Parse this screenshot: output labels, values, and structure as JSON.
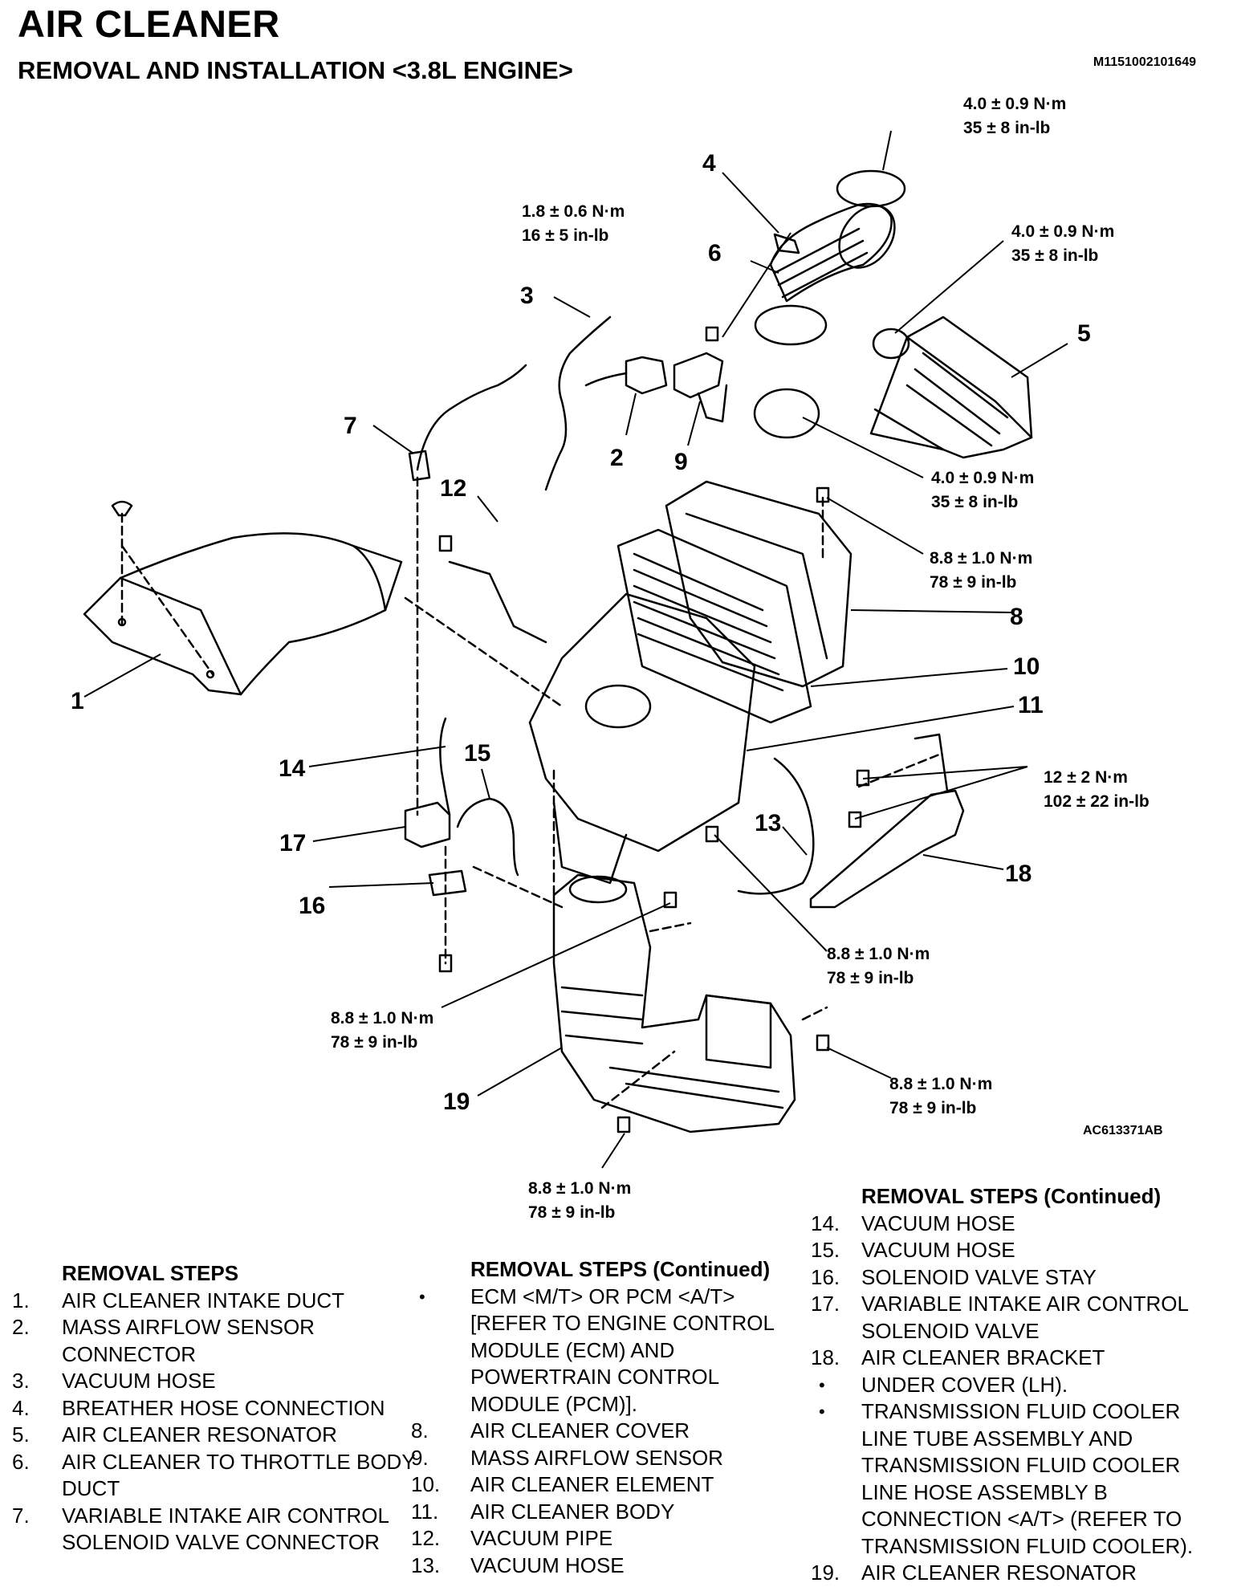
{
  "document": {
    "title": "AIR CLEANER",
    "subtitle": "REMOVAL AND INSTALLATION <3.8L ENGINE>",
    "doc_id": "M1151002101649",
    "figure_id": "AC613371AB"
  },
  "callouts": [
    "1",
    "2",
    "3",
    "4",
    "5",
    "6",
    "7",
    "8",
    "9",
    "10",
    "11",
    "12",
    "13",
    "14",
    "15",
    "16",
    "17",
    "18",
    "19"
  ],
  "torques": [
    {
      "nm": "4.0 ± 0.9  N·m",
      "inlb": "35 ± 8 in-lb"
    },
    {
      "nm": "1.8 ± 0.6  N·m",
      "inlb": "16 ± 5 in-lb"
    },
    {
      "nm": "4.0 ± 0.9  N·m",
      "inlb": "35 ± 8 in-lb"
    },
    {
      "nm": "4.0 ± 0.9  N·m",
      "inlb": "35 ± 8 in-lb"
    },
    {
      "nm": "8.8 ± 1.0  N·m",
      "inlb": "78 ± 9 in-lb"
    },
    {
      "nm": "12 ± 2  N·m",
      "inlb": "102 ± 22 in-lb"
    },
    {
      "nm": "8.8 ± 1.0  N·m",
      "inlb": "78 ± 9 in-lb"
    },
    {
      "nm": "8.8 ± 1.0  N·m",
      "inlb": "78 ± 9 in-lb"
    },
    {
      "nm": "8.8 ± 1.0  N·m",
      "inlb": "78 ± 9 in-lb"
    },
    {
      "nm": "8.8 ± 1.0  N·m",
      "inlb": "78 ± 9 in-lb"
    }
  ],
  "removal_steps": {
    "col1": {
      "heading": "REMOVAL STEPS",
      "items": [
        {
          "num": "1.",
          "text": "AIR CLEANER INTAKE DUCT"
        },
        {
          "num": "2.",
          "text": "MASS AIRFLOW SENSOR CONNECTOR"
        },
        {
          "num": "3.",
          "text": "VACUUM HOSE"
        },
        {
          "num": "4.",
          "text": "BREATHER HOSE CONNECTION"
        },
        {
          "num": "5.",
          "text": "AIR CLEANER RESONATOR"
        },
        {
          "num": "6.",
          "text": "AIR CLEANER TO THROTTLE BODY DUCT"
        },
        {
          "num": "7.",
          "text": "VARIABLE INTAKE AIR CONTROL SOLENOID VALVE CONNECTOR"
        }
      ]
    },
    "col2": {
      "heading": "REMOVAL STEPS (Continued)",
      "items": [
        {
          "num": "•",
          "text": "ECM <M/T> OR PCM <A/T> [REFER TO ENGINE CONTROL MODULE (ECM) AND POWERTRAIN CONTROL MODULE (PCM)]."
        },
        {
          "num": "8.",
          "text": "AIR CLEANER COVER"
        },
        {
          "num": "9.",
          "text": "MASS AIRFLOW SENSOR"
        },
        {
          "num": "10.",
          "text": "AIR CLEANER ELEMENT"
        },
        {
          "num": "11.",
          "text": "AIR CLEANER BODY"
        },
        {
          "num": "12.",
          "text": "VACUUM PIPE"
        },
        {
          "num": "13.",
          "text": "VACUUM HOSE"
        }
      ]
    },
    "col3": {
      "heading": "REMOVAL STEPS (Continued)",
      "items": [
        {
          "num": "14.",
          "text": "VACUUM HOSE"
        },
        {
          "num": "15.",
          "text": "VACUUM HOSE"
        },
        {
          "num": "16.",
          "text": "SOLENOID VALVE STAY"
        },
        {
          "num": "17.",
          "text": "VARIABLE INTAKE AIR CONTROL SOLENOID VALVE"
        },
        {
          "num": "18.",
          "text": "AIR CLEANER BRACKET"
        },
        {
          "num": "•",
          "text": "UNDER COVER (LH)."
        },
        {
          "num": "•",
          "text": "TRANSMISSION FLUID COOLER LINE TUBE ASSEMBLY AND TRANSMISSION FLUID COOLER LINE HOSE ASSEMBLY B CONNECTION <A/T> (REFER TO TRANSMISSION FLUID COOLER)."
        },
        {
          "num": "19.",
          "text": "AIR CLEANER RESONATOR"
        }
      ]
    }
  }
}
